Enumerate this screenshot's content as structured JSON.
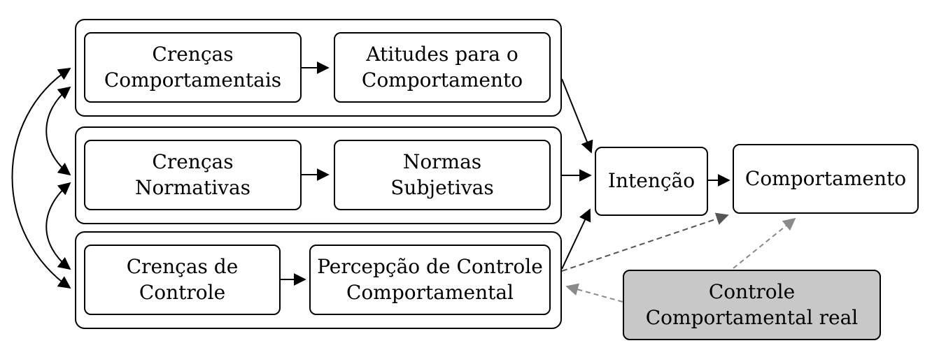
{
  "nodes": {
    "crencas_comportamentais": [
      "Crenças",
      "Comportamentais"
    ],
    "atitudes": [
      "Atitudes para o",
      "Comportamento"
    ],
    "crencas_normativas": [
      "Crenças",
      "Normativas"
    ],
    "normas_subjetivas": [
      "Normas",
      "Subjetivas"
    ],
    "crencas_controle": [
      "Crenças de",
      "Controle"
    ],
    "percepcao_controle": [
      "Percepção de Controle",
      "Comportamental"
    ],
    "intencao": [
      "Intenção"
    ],
    "comportamento": [
      "Comportamento"
    ],
    "controle_real": [
      "Controle",
      "Comportamental real"
    ]
  },
  "colors": {
    "line": "#000000",
    "dashed_dark": "#555555",
    "dashed_light": "#8a8a8a",
    "real_control_fill": "#c8c8c8"
  }
}
